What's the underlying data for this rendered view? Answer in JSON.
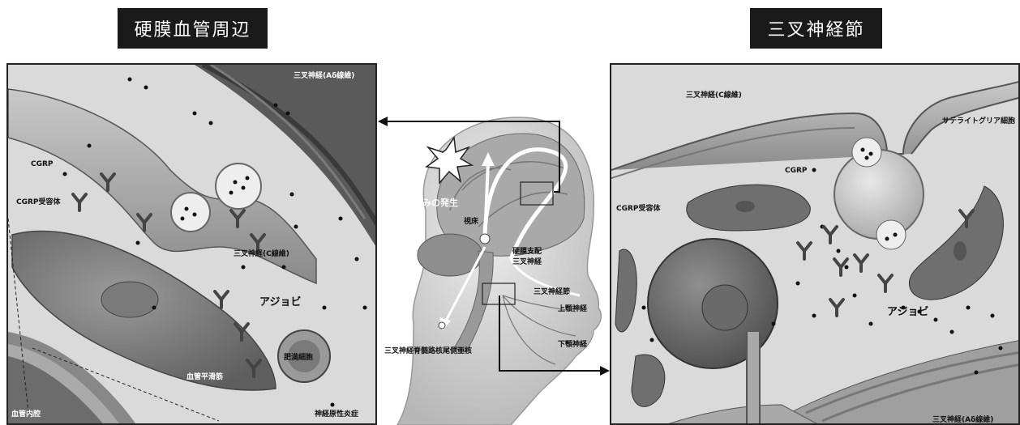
{
  "left_panel": {
    "title": "硬膜血管周辺",
    "labels": {
      "trigeminal_a_delta": "三叉神経(Aδ線維)",
      "cgrp": "CGRP",
      "cgrp_receptor": "CGRP受容体",
      "trigeminal_c": "三叉神経(C線維)",
      "ajovy": "アジョビ",
      "mast_cell": "肥満細胞",
      "smooth_muscle": "血管平滑筋",
      "vessel_lumen": "血管内腔",
      "neurogenic_inflammation": "神経原性炎症"
    }
  },
  "center_panel": {
    "labels": {
      "pain_onset": "痛みの発生",
      "thalamus": "視床",
      "dura_trigeminal_1": "硬膜支配",
      "dura_trigeminal_2": "三叉神経",
      "trigeminal_ganglion": "三叉神経節",
      "maxillary_nerve": "上顎神経",
      "mandibular_nerve": "下顎神経",
      "spinal_trigeminal_nucleus": "三叉神経脊髄路核尾側亜核"
    }
  },
  "right_panel": {
    "title": "三叉神経節",
    "labels": {
      "trigeminal_c": "三叉神経(C線維)",
      "satellite_glia": "サテライトグリア細胞",
      "cgrp": "CGRP",
      "cgrp_receptor": "CGRP受容体",
      "ajovy": "アジョビ",
      "trigeminal_a_delta": "三叉神経(Aδ線維)"
    }
  }
}
